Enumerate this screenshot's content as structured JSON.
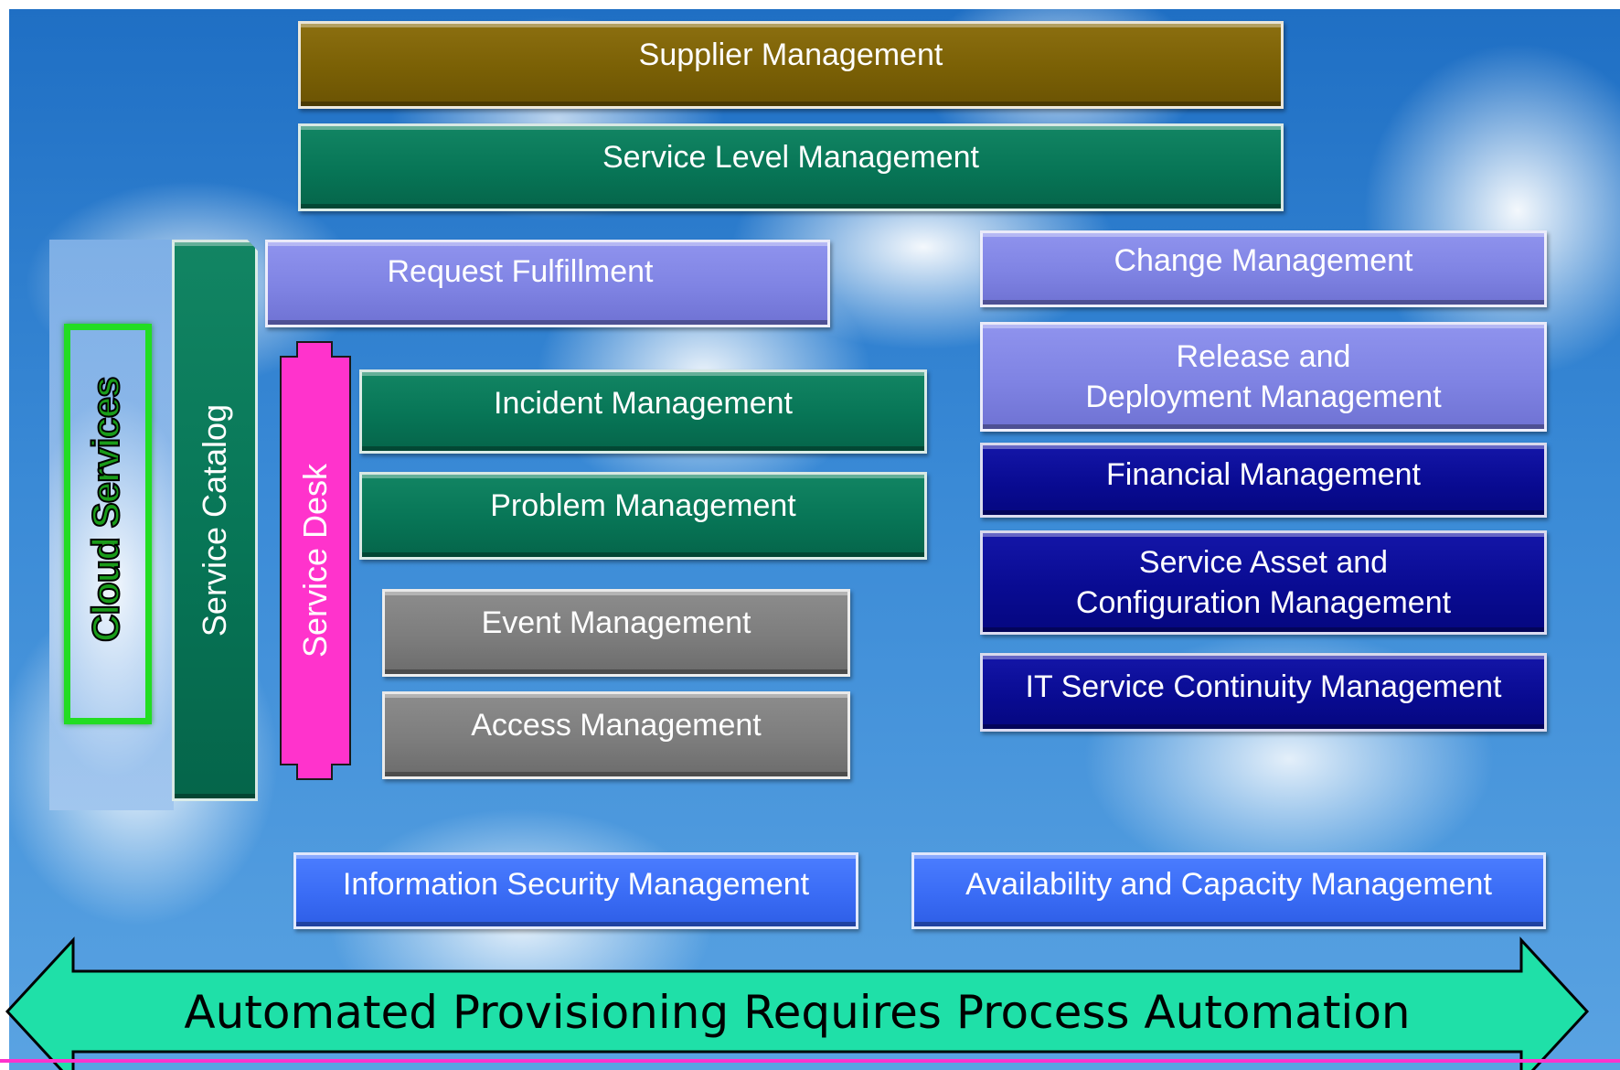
{
  "top": {
    "supplier": "Supplier Management",
    "service_level": "Service Level Management"
  },
  "left": {
    "cloud_services": "Cloud Services",
    "service_catalog": "Service Catalog",
    "service_desk": "Service Desk"
  },
  "middle": {
    "request_fulfillment": "Request Fulfillment",
    "incident": "Incident Management",
    "problem": "Problem Management",
    "event": "Event Management",
    "access": "Access Management"
  },
  "right": {
    "change": "Change Management",
    "release": "Release and\nDeployment Management",
    "financial": "Financial Management",
    "asset_config": "Service Asset and\nConfiguration Management",
    "continuity": "IT Service Continuity Management"
  },
  "bottom": {
    "info_security": "Information Security Management",
    "availability": "Availability and Capacity Management",
    "arrow_text": "Automated Provisioning Requires Process Automation"
  },
  "colors": {
    "olive": "#7a6005",
    "teal": "#077556",
    "lavender": "#7f83e3",
    "navy": "#090b92",
    "gray": "#7d7d7d",
    "blue": "#3a6cf5",
    "magenta": "#ff33cc",
    "arrow_fill": "#1fe0a8",
    "cloud_frame": "#22dd22"
  }
}
